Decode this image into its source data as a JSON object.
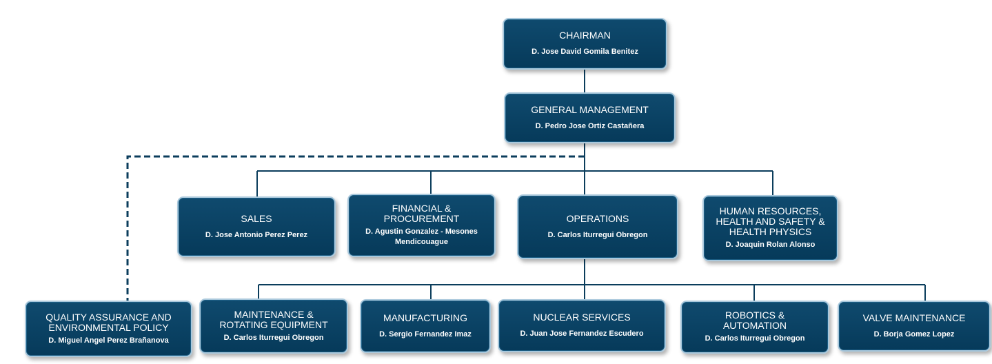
{
  "colors": {
    "box_fill": "#0f4a6e",
    "box_border": "#a9c8dc",
    "connector": "#0b3d5c"
  },
  "chairman": {
    "title": "CHAIRMAN",
    "person": "D. Jose David Gomila Benitez"
  },
  "general_management": {
    "title": "GENERAL MANAGEMENT",
    "person": "D. Pedro Jose Ortiz Castañera"
  },
  "sales": {
    "title": "SALES",
    "person": "D. Jose Antonio Perez Perez"
  },
  "financial": {
    "title": "FINANCIAL &\nPROCUREMENT",
    "person": "D. Agustin Gonzalez - Mesones\nMendicouague"
  },
  "operations": {
    "title": "OPERATIONS",
    "person": "D. Carlos Iturregui Obregon"
  },
  "human_resources": {
    "title": "HUMAN RESOURCES,\nHEALTH AND SAFETY &\nHEALTH PHYSICS",
    "person": "D. Joaquin Rolan Alonso"
  },
  "quality": {
    "title": "QUALITY ASSURANCE AND\nENVIRONMENTAL POLICY",
    "person": "D. Miguel Angel Perez Brañanova"
  },
  "maintenance": {
    "title": "MAINTENANCE &\nROTATING EQUIPMENT",
    "person": "D. Carlos Iturregui Obregon"
  },
  "manufacturing": {
    "title": "MANUFACTURING",
    "person": "D. Sergio Fernandez Imaz"
  },
  "nuclear": {
    "title": "NUCLEAR SERVICES",
    "person": "D. Juan Jose Fernandez Escudero"
  },
  "robotics": {
    "title": "ROBOTICS &\nAUTOMATION",
    "person": "D. Carlos Iturregui Obregon"
  },
  "valve": {
    "title": "VALVE MAINTENANCE",
    "person": "D. Borja Gomez Lopez"
  }
}
